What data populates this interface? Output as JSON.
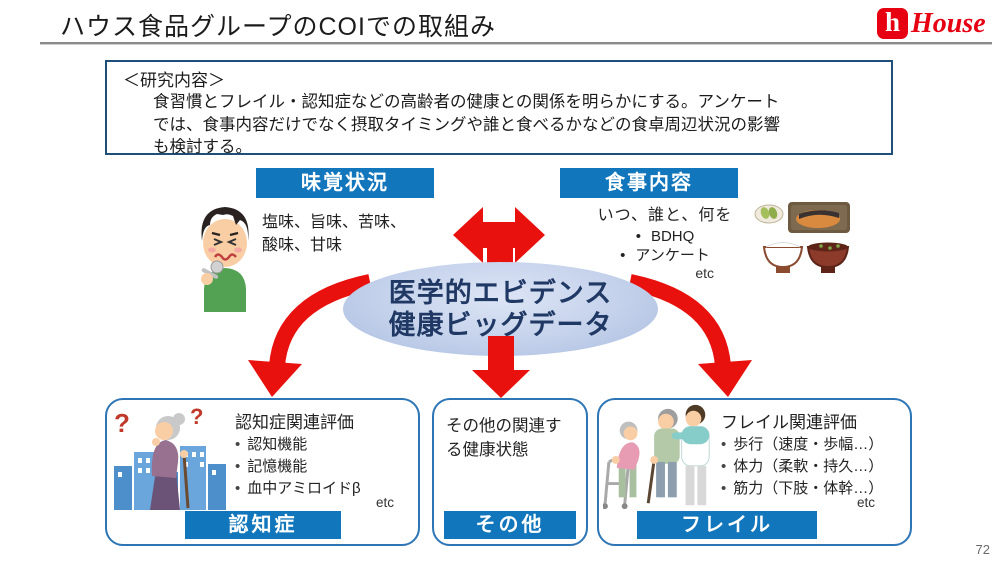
{
  "slide": {
    "title": "ハウス食品グループのCOIでの取組み",
    "page_number": "72",
    "logo_mark": "h",
    "logo_text": "House"
  },
  "research": {
    "heading": "＜研究内容＞",
    "lines": [
      "食習慣とフレイル・認知症などの高齢者の健康との関係を明らかにする。アンケート",
      "では、食事内容だけでなく摂取タイミングや誰と食べるかなどの食卓周辺状況の影響",
      "も検討する。"
    ]
  },
  "taste": {
    "header": "味覚状況",
    "lines": [
      "塩味、旨味、苦味、",
      "酸味、甘味"
    ]
  },
  "meal": {
    "header": "食事内容",
    "intro": "いつ、誰と、何を",
    "bullets": [
      "BDHQ",
      "アンケート"
    ],
    "etc": "etc"
  },
  "hub": {
    "line1": "医学的エビデンス",
    "line2": "健康ビッグデータ"
  },
  "dementia": {
    "title": "認知症関連評価",
    "bullets": [
      "認知機能",
      "記憶機能",
      "血中アミロイドβ"
    ],
    "etc": "etc",
    "label": "認知症"
  },
  "other": {
    "lines": [
      "その他の関連す",
      "る健康状態"
    ],
    "label": "その他"
  },
  "frailty": {
    "title": "フレイル関連評価",
    "bullets": [
      "歩行（速度・歩幅…）",
      "体力（柔軟・持久…）",
      "筋力（下肢・体幹…）"
    ],
    "etc": "etc",
    "label": "フレイル"
  },
  "colors": {
    "accent_blue": "#1176BC",
    "card_border": "#2E75B6",
    "box_border": "#1F4E79",
    "hub_text": "#1F3864",
    "arrow_red": "#E8110D",
    "logo_red": "#E60012"
  }
}
